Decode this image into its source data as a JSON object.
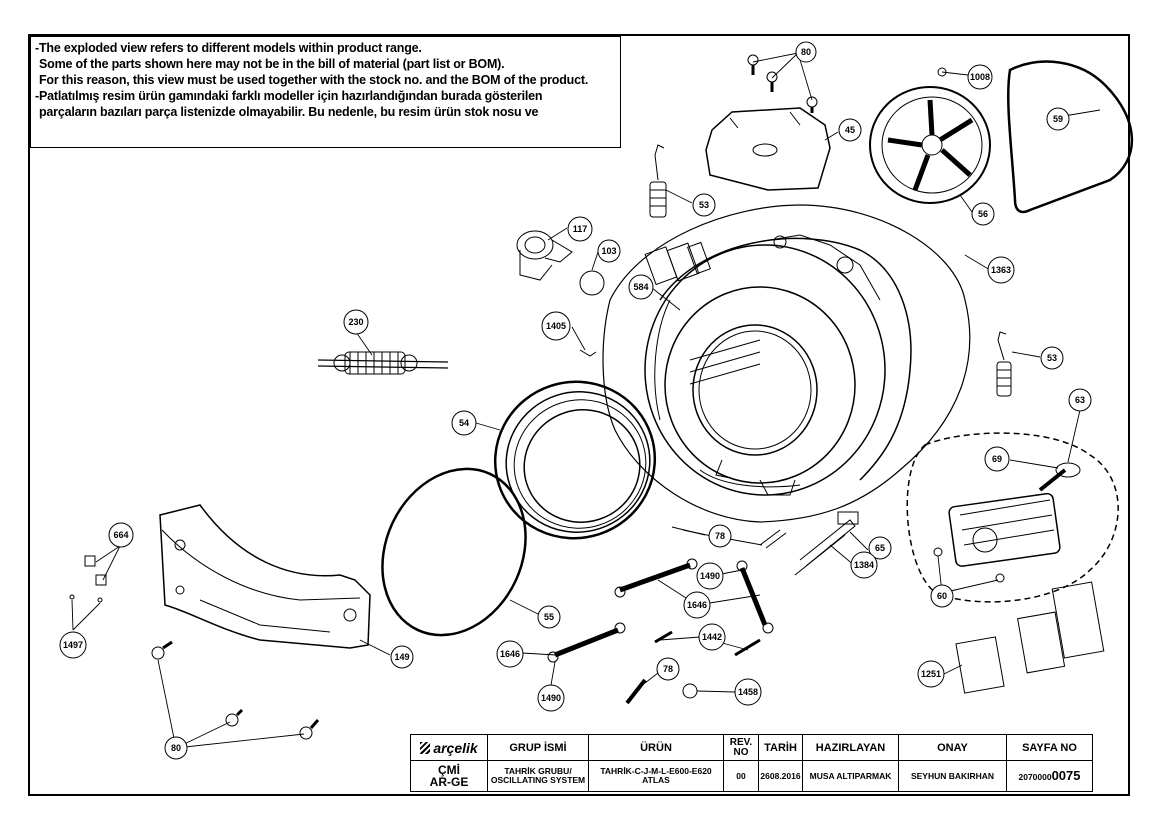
{
  "notes": [
    "-The exploded view refers to different models within product range.",
    "Some of the parts shown here may not be in the bill of material (part list or BOM).",
    "For this reason, this view must be used together with the stock no. and the BOM of the product.",
    "-Patlatılmış resim ürün gamındaki farklı modeller için hazırlandığından burada gösterilen",
    "parçaların bazıları parça listenizde olmayabilir. Bu nedenle, bu resim ürün stok nosu ve"
  ],
  "callouts": {
    "c80a": "80",
    "c1008": "1008",
    "c59": "59",
    "c45": "45",
    "c56": "56",
    "c53a": "53",
    "c117": "117",
    "c103": "103",
    "c1363": "1363",
    "c584": "584",
    "c230": "230",
    "c1405": "1405",
    "c53b": "53",
    "c63": "63",
    "c54": "54",
    "c69": "69",
    "c664": "664",
    "c78a": "78",
    "c65": "65",
    "c1384": "1384",
    "c1490a": "1490",
    "c60": "60",
    "c1646a": "1646",
    "c55": "55",
    "c1497": "1497",
    "c149": "149",
    "c1646b": "1646",
    "c1442": "1442",
    "c78b": "78",
    "c1251": "1251",
    "c1490b": "1490",
    "c1458": "1458",
    "c80b": "80"
  },
  "title_block": {
    "brand": "arçelik",
    "headers": {
      "group_name": "GRUP İSMİ",
      "product": "ÜRÜN",
      "rev_no": "REV.\nNO",
      "date": "TARİH",
      "prepared_by": "HAZIRLAYAN",
      "approved_by": "ONAY",
      "page_no": "SAYFA NO"
    },
    "values": {
      "drawing_code_1": "ÇMİ",
      "drawing_code_2": "AR-GE",
      "group_name": "TAHRİK GRUBU/\nOSCILLATING SYSTEM",
      "product": "TAHRİK-C-J-M-L-E600-E620\nATLAS",
      "rev_no": "00",
      "date": "2608.2016",
      "prepared_by": "MUSA ALTIPARMAK",
      "approved_by": "SEYHUN BAKIRHAN",
      "page_no_prefix": "2070000",
      "page_no_suffix": "0075"
    }
  }
}
